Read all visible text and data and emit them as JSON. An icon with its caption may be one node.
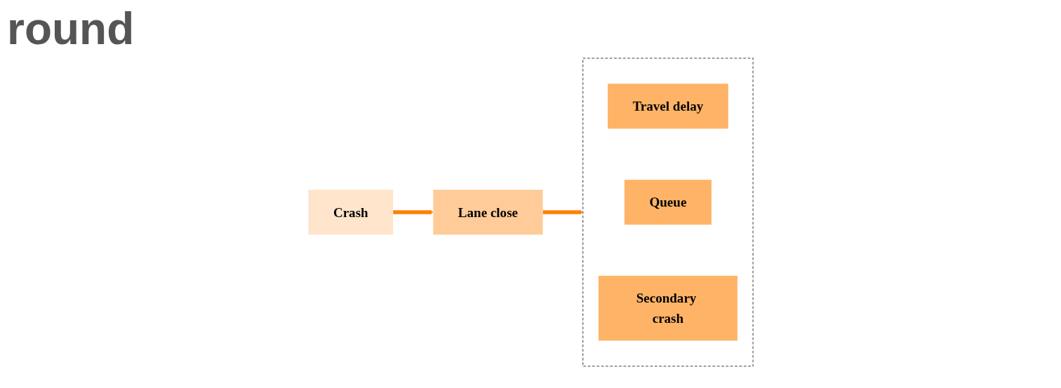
{
  "diagram": {
    "title": "round",
    "nodes": [
      {
        "text": [
          "Crash"
        ]
      },
      {
        "text": [
          "Lane close"
        ]
      },
      {
        "text": [],
        "shape": "box"
      },
      {
        "text": [
          "Travel delay"
        ],
        "in": 2
      },
      {
        "text": [
          "Queue"
        ],
        "in": 2
      },
      {
        "text": [
          "Secondary crash"
        ],
        "in": 2
      }
    ],
    "edges": [
      {
        "from": 0,
        "to": 1,
        "arrow": "to",
        "color": "#ff8000"
      },
      {
        "from": 1,
        "to": 2,
        "arrow": "to",
        "color": "#ff8000"
      }
    ]
  }
}
